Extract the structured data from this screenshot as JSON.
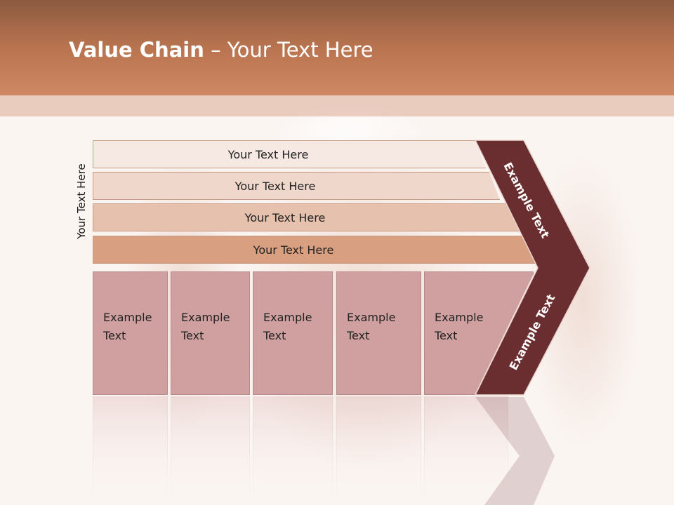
{
  "slide": {
    "title_bold": "Value Chain",
    "title_rest": " – Your Text Here",
    "side_label": "Your Text Here"
  },
  "bars": [
    {
      "label": "Your Text Here"
    },
    {
      "label": "Your Text Here"
    },
    {
      "label": "Your Text Here"
    },
    {
      "label": "Your Text Here"
    }
  ],
  "cells": [
    {
      "label": "Example Text"
    },
    {
      "label": "Example Text"
    },
    {
      "label": "Example Text"
    },
    {
      "label": "Example Text"
    },
    {
      "label": "Example Text"
    }
  ],
  "chevron": {
    "upper_label": "Example Text",
    "lower_label": "Example Text"
  },
  "colors": {
    "header": "#b9744f",
    "bar_1": "#f6e9e3",
    "bar_2": "#efd7cc",
    "bar_3": "#e6c1ad",
    "bar_4": "#d8a081",
    "cell": "#d0a0a0",
    "chevron": "#6b2e30"
  }
}
